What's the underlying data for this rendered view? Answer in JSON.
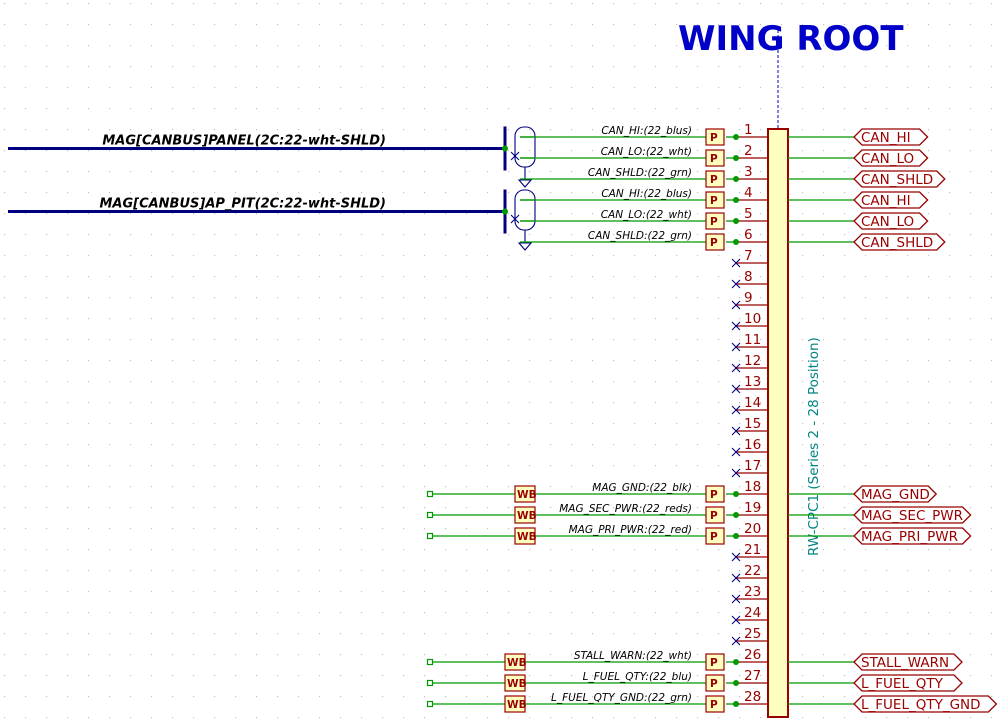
{
  "title": "WING ROOT",
  "connector": {
    "reference": "RW-CPC1 (Series 2 - 28 Position)",
    "pin_count": 28
  },
  "cables": [
    {
      "label": "MAG[CANBUS]PANEL(2C:22-wht-SHLD)",
      "first_pin": 1
    },
    {
      "label": "MAG[CANBUS]AP_PIT(2C:22-wht-SHLD)",
      "first_pin": 4
    }
  ],
  "wires": [
    {
      "pin": 1,
      "label": "CAN_HI:(22_blus)",
      "net": "CAN_HI",
      "source": "cable",
      "prefix": "P"
    },
    {
      "pin": 2,
      "label": "CAN_LO:(22_wht)",
      "net": "CAN_LO",
      "source": "cable",
      "prefix": "P"
    },
    {
      "pin": 3,
      "label": "CAN_SHLD:(22_grn)",
      "net": "CAN_SHLD",
      "source": "cable",
      "prefix": "P"
    },
    {
      "pin": 4,
      "label": "CAN_HI:(22_blus)",
      "net": "CAN_HI",
      "source": "cable",
      "prefix": "P"
    },
    {
      "pin": 5,
      "label": "CAN_LO:(22_wht)",
      "net": "CAN_LO",
      "source": "cable",
      "prefix": "P"
    },
    {
      "pin": 6,
      "label": "CAN_SHLD:(22_grn)",
      "net": "CAN_SHLD",
      "source": "cable",
      "prefix": "P"
    },
    {
      "pin": 18,
      "label": "MAG_GND:(22_blk)",
      "net": "MAG_GND",
      "source": "wire",
      "prefix": "P",
      "splice": "WB"
    },
    {
      "pin": 19,
      "label": "MAG_SEC_PWR:(22_reds)",
      "net": "MAG_SEC_PWR",
      "source": "wire",
      "prefix": "P",
      "splice": "WB"
    },
    {
      "pin": 20,
      "label": "MAG_PRI_PWR:(22_red)",
      "net": "MAG_PRI_PWR",
      "source": "wire",
      "prefix": "P",
      "splice": "WB"
    },
    {
      "pin": 26,
      "label": "STALL_WARN:(22_wht)",
      "net": "STALL_WARN",
      "source": "wire",
      "prefix": "P",
      "splice": "WB"
    },
    {
      "pin": 27,
      "label": "L_FUEL_QTY:(22_blu)",
      "net": "L_FUEL_QTY",
      "source": "wire",
      "prefix": "P",
      "splice": "WB"
    },
    {
      "pin": 28,
      "label": "L_FUEL_QTY_GND:(22_grn)",
      "net": "L_FUEL_QTY_GND",
      "source": "wire",
      "prefix": "P",
      "splice": "WB"
    }
  ],
  "no_connect_pins": [
    7,
    8,
    9,
    10,
    11,
    12,
    13,
    14,
    15,
    16,
    17,
    21,
    22,
    23,
    24,
    25
  ]
}
